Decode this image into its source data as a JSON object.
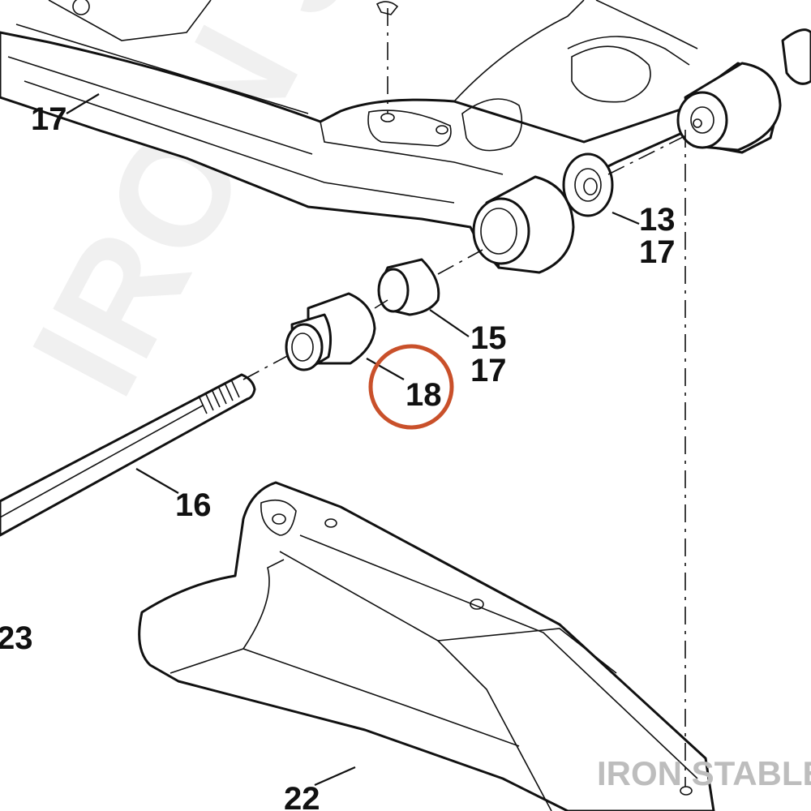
{
  "diagram": {
    "callouts": {
      "c17_top": "17",
      "c13": "13",
      "c17_b": "17",
      "c15": "15",
      "c17_c": "17",
      "c18": "18",
      "c16": "16",
      "c23": "23",
      "c22": "22"
    },
    "highlight_color": "#C9502A",
    "watermark_big": "IRON STABLE",
    "watermark_corner": "IRON STABLE"
  }
}
